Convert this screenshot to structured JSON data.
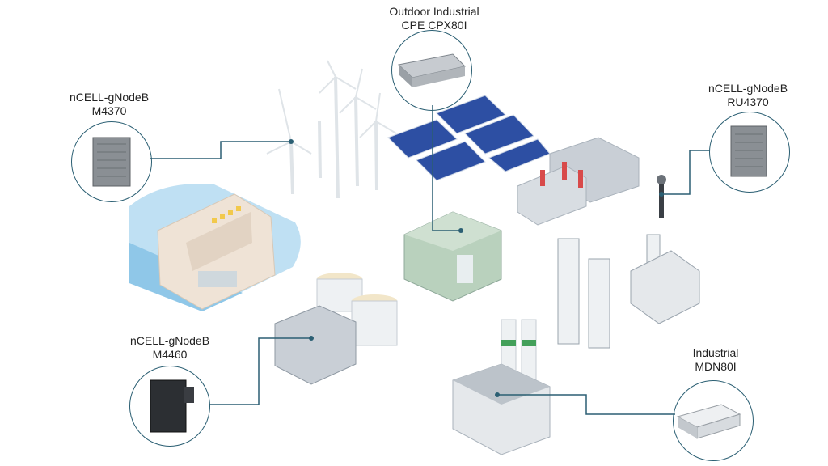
{
  "devices": [
    {
      "id": "cpx80i",
      "line1": "Outdoor Industrial",
      "line2": "CPE CPX80I"
    },
    {
      "id": "m4370",
      "line1": "nCELL-gNodeB",
      "line2": "M4370"
    },
    {
      "id": "ru4370",
      "line1": "nCELL-gNodeB",
      "line2": "RU4370"
    },
    {
      "id": "m4460",
      "line1": "nCELL-gNodeB",
      "line2": "M4460"
    },
    {
      "id": "mdn80i",
      "line1": "Industrial",
      "line2": "MDN80I"
    }
  ],
  "colors": {
    "connector": "#2b5f73",
    "water": "#bfe0f3",
    "water_dark": "#8fc7e8",
    "dam": "#efe3d6",
    "solar": "#2d4fa3",
    "building": "#c9cfd6",
    "building_green": "#b9d1bd",
    "tank": "#eef1f3",
    "tank_band": "#43a05a",
    "device": "#8a8f94",
    "device_dark": "#2c2f33"
  }
}
